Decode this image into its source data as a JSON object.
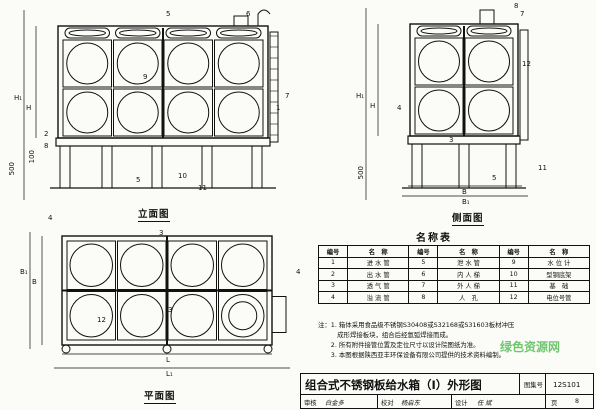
{
  "views": {
    "front": {
      "title": "立面图",
      "dims": {
        "h1": "H₁",
        "h": "H",
        "base": "500",
        "base_small": "100"
      },
      "callouts": [
        "5",
        "6",
        "7",
        "2",
        "8",
        "9",
        "1",
        "10",
        "5",
        "11"
      ]
    },
    "side": {
      "title": "侧面图",
      "dims": {
        "h1": "H₁",
        "h": "H",
        "base": "500",
        "b": "B",
        "b1": "B₁"
      },
      "callouts": [
        "8",
        "7",
        "12",
        "4",
        "3",
        "5",
        "11"
      ]
    },
    "plan": {
      "title": "平面图",
      "dims": {
        "b1": "B₁",
        "b": "B",
        "l": "L",
        "l1": "L₁"
      },
      "callouts": [
        "4",
        "3",
        "12",
        "3",
        "4"
      ]
    }
  },
  "legend": {
    "title": "名称表",
    "header": [
      "编号",
      "名　称",
      "编号",
      "名　称",
      "编号",
      "名　称"
    ],
    "rows": [
      [
        "1",
        "进 水 管",
        "5",
        "泄 水 管",
        "9",
        "水 位 计"
      ],
      [
        "2",
        "出 水 管",
        "6",
        "内 人 梯",
        "10",
        "型钢底架"
      ],
      [
        "3",
        "透 气 管",
        "7",
        "外 人 梯",
        "11",
        "基　础"
      ],
      [
        "4",
        "溢 流 管",
        "8",
        "人　孔",
        "12",
        "电位号管"
      ]
    ]
  },
  "notes": [
    "注：1. 箱体采用食品级不锈钢S30408或S32168或S31603板材冲压",
    "　　　成形焊接板块，组合后经氩弧焊接而成。",
    "　　2. 所有附件接管位置及定位尺寸以设计院图纸为准。",
    "　　3. 本图根据陕西亚丰环保设备有限公司提供的技术资料编制。"
  ],
  "title_block": {
    "title": "组合式不锈钢板给水箱（Ⅰ）外形图",
    "atlas_label": "图集号",
    "atlas_no": "12S101",
    "review_label": "审核",
    "review_name": "白金多",
    "check_label": "校对",
    "check_name": "杨启东",
    "design_label": "设计",
    "design_name": "任 斌",
    "page_label": "页",
    "page_no": "8"
  },
  "watermark": "绿色资源网"
}
